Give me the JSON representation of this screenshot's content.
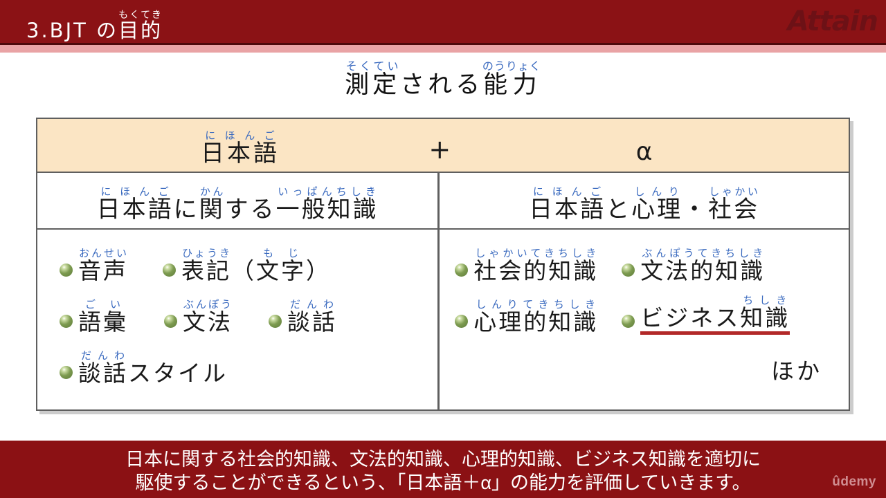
{
  "header": {
    "lesson_title_prefix": "3.BJT の",
    "lesson_title_word": "目的",
    "lesson_title_word_kana": "もくてき",
    "brand_logo": "Attain"
  },
  "main_title": {
    "seg1_text": "測定",
    "seg1_kana": "そくてい",
    "seg2_text": "される",
    "seg3_text": "能力",
    "seg3_kana": "のうりょく"
  },
  "table": {
    "top": {
      "left_text": "日本語",
      "left_kana": "にほんご",
      "plus": "+",
      "alpha": "α"
    },
    "left": {
      "header": {
        "seg1_text": "日本語",
        "seg1_kana": "にほんご",
        "seg2_text": "に",
        "seg3_text": "関",
        "seg3_kana": "かん",
        "seg4_text": "する",
        "seg5_text": "一般知識",
        "seg5_kana": "いっぱんちしき"
      },
      "items": [
        {
          "text": "音声",
          "kana": "おんせい"
        },
        {
          "text": "表記",
          "kana": "ひょうき",
          "open": "（",
          "inner": "文字",
          "inner_kana": "もじ",
          "close": "）"
        },
        {
          "text": "語彙",
          "kana": "ごい"
        },
        {
          "text": "文法",
          "kana": "ぶんぽう"
        },
        {
          "text": "談話",
          "kana": "だんわ"
        },
        {
          "text": "談話",
          "kana": "だんわ",
          "tail": "スタイル"
        }
      ]
    },
    "right": {
      "header": {
        "seg1_text": "日本語",
        "seg1_kana": "にほんご",
        "seg2_text": "と",
        "seg3_text": "心理",
        "seg3_kana": "しんり",
        "seg4_text": "・",
        "seg5_text": "社会",
        "seg5_kana": "しゃかい"
      },
      "items": [
        {
          "text": "社会的知識",
          "kana": "しゃかいてきちしき"
        },
        {
          "text": "文法的知識",
          "kana": "ぶんぽうてきちしき"
        },
        {
          "text": "心理的知識",
          "kana": "しんりてきちしき"
        },
        {
          "lead": "ビジネス",
          "text": "知識",
          "kana": "ちしき"
        }
      ],
      "extra": "ほか"
    }
  },
  "footer": {
    "line1": "日本に関する社会的知識、文法的知識、心理的知識、ビジネス知識を適切に",
    "line2": "駆使することができるという、「日本語＋α」の能力を評価していきます。",
    "platform_logo": "ûdemy"
  },
  "colors": {
    "header_bg": "#8b1215",
    "header_stripe_pink": "#e9a3a5",
    "furigana_blue": "#3a6abf",
    "table_header_bg": "#fbe5c4",
    "table_border": "#5f5f5f",
    "bullet_green": "#7d9b50",
    "underline_red": "#b22828",
    "footer_bg": "#8b1114"
  }
}
